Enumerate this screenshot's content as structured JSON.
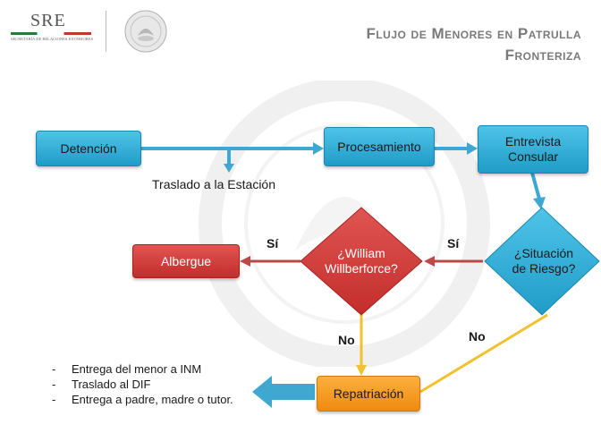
{
  "header": {
    "logo_text": "SRE",
    "logo_subtitle": "SECRETARÍA DE RELACIONES EXTERIORES",
    "title_line1": "Flujo de Menores en Patrulla",
    "title_line2": "Fronteriza"
  },
  "flow": {
    "detencion": "Detención",
    "procesamiento": "Procesamiento",
    "entrevista": "Entrevista Consular",
    "situacion": "¿Situación de Riesgo?",
    "william": "¿William Willberforce?",
    "albergue": "Albergue",
    "repatriacion": "Repatriación",
    "traslado_label": "Traslado a la Estación",
    "si_label": "Sí",
    "no_label": "No"
  },
  "notes": [
    "Entrega del menor a INM",
    "Traslado al DIF",
    "Entrega a padre, madre o tutor."
  ],
  "colors": {
    "blue": "#2aabd9",
    "red": "#c9302c",
    "orange": "#f7941d",
    "arrow_blue": "#3fa8d0",
    "arrow_red": "#b94a48",
    "arrow_yellow": "#f2c12e",
    "title_gray": "#7a7a7a"
  }
}
